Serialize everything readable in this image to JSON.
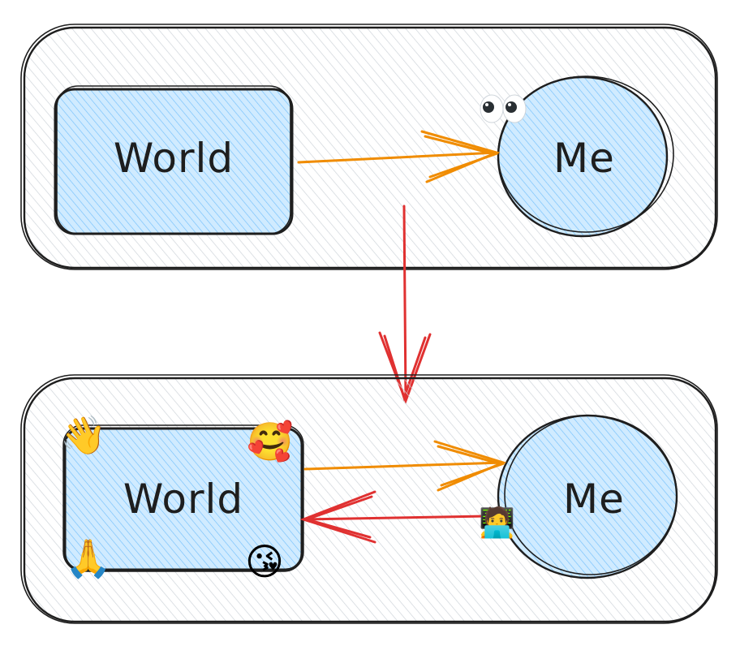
{
  "colors": {
    "stroke": "#1e1e1e",
    "panel_fill": "#e9ecef",
    "node_fill": "#a5d8ff",
    "hatch_blue": "#4dabf7",
    "arrow_orange": "#f08c00",
    "arrow_red": "#e03131"
  },
  "top_panel": {
    "world_label": "World",
    "me_label": "Me",
    "eyes_icon": "eyes-emoji"
  },
  "bottom_panel": {
    "world_label": "World",
    "me_label": "Me",
    "wave_icon": "waving-hand-emoji",
    "hearts_icon": "smiling-face-with-hearts-emoji",
    "pray_icon": "folded-hands-emoji",
    "kiss_icon": "face-blowing-kiss-emoji",
    "laptop_icon": "technologist-emoji"
  },
  "icons": {
    "wave": "👋",
    "hearts": "🥰",
    "pray": "🙏",
    "kiss": "😘",
    "laptop": "🧑‍💻"
  }
}
